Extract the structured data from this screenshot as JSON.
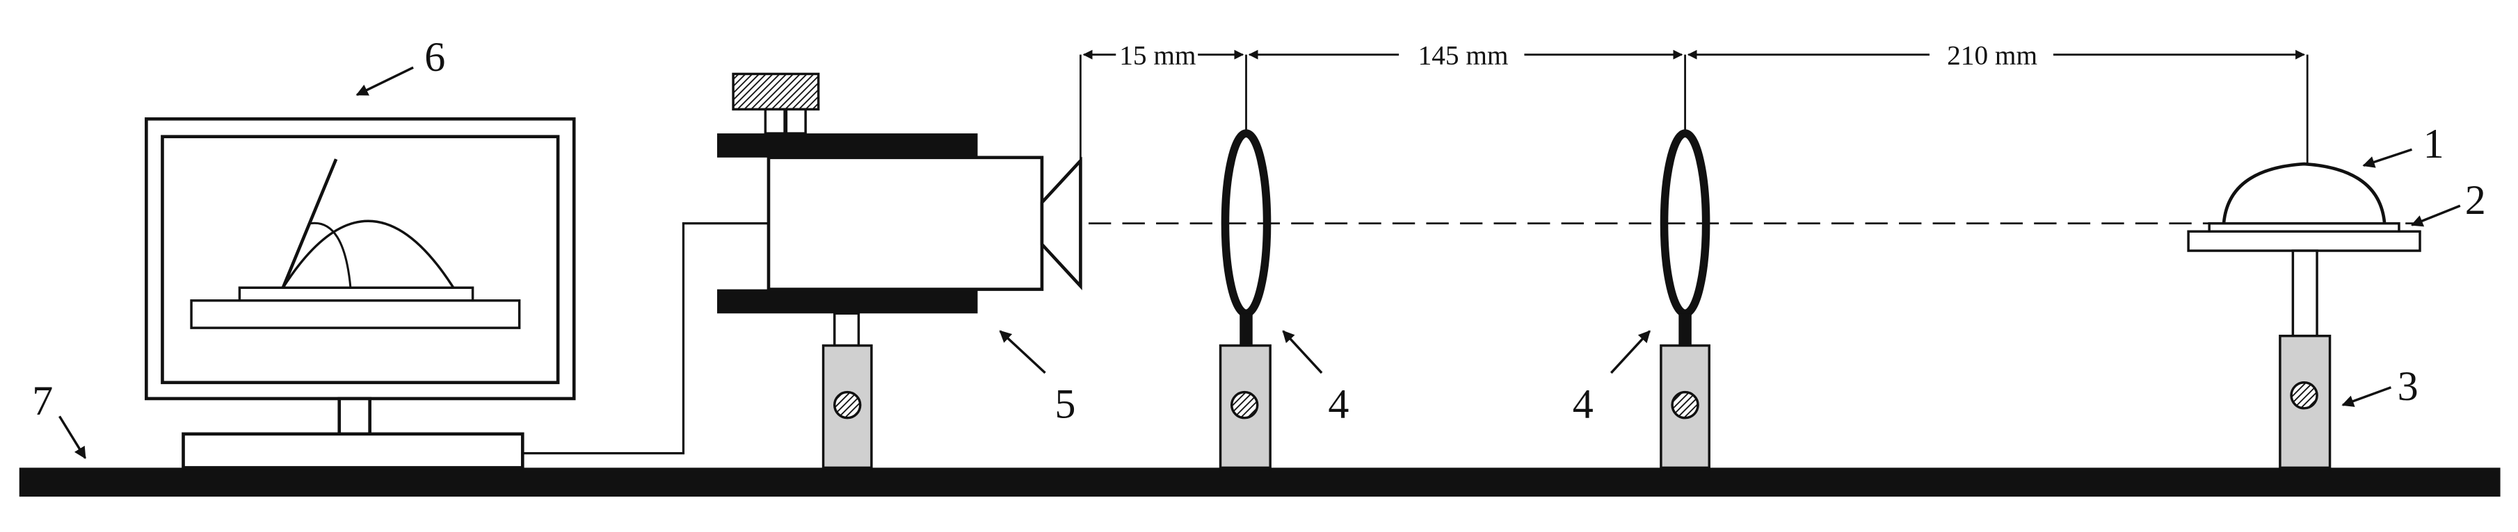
{
  "labels": {
    "sample": "1",
    "substrate": "2",
    "stage_post": "3",
    "lens_left": "4",
    "lens_right": "4",
    "camera": "5",
    "monitor": "6",
    "optical_bench": "7"
  },
  "dimensions": {
    "camera_to_lens1": "15 mm",
    "lens1_to_lens2": "145 mm",
    "lens2_to_sample": "210 mm"
  }
}
